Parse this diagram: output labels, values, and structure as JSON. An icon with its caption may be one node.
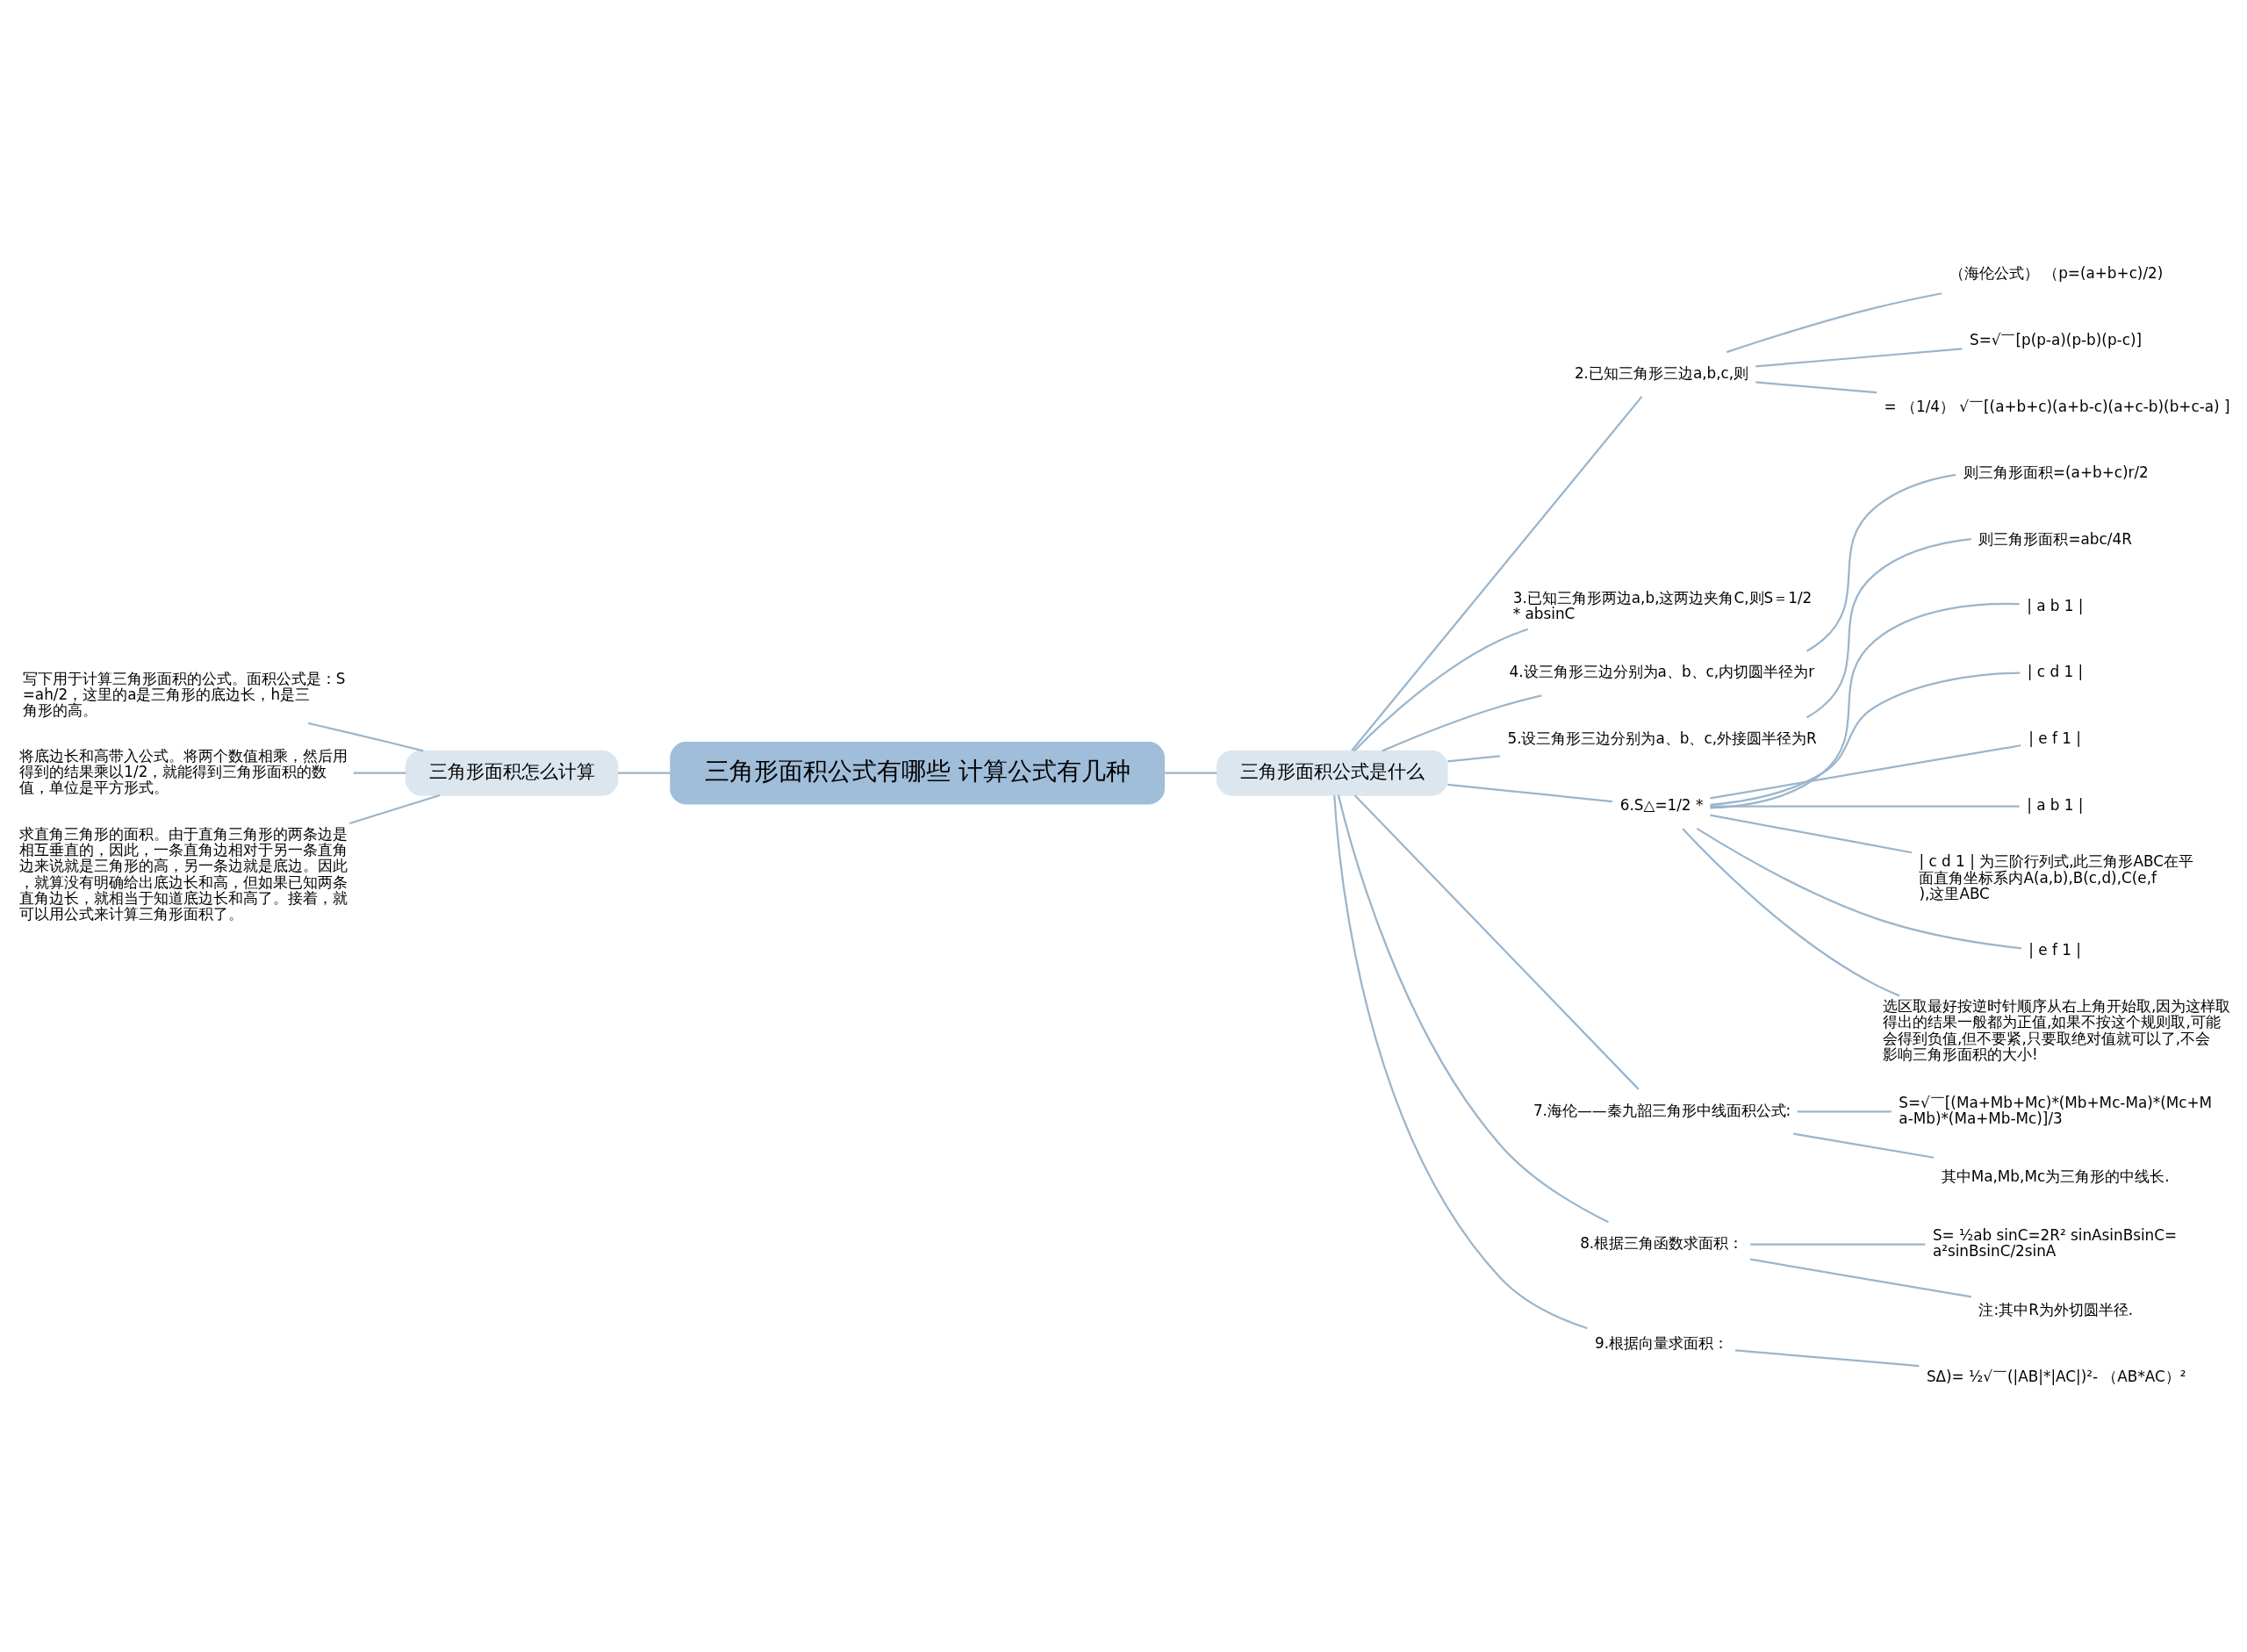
{
  "diagram": {
    "nodes": [
      {
        "text": [
          "三角形面积公式有哪些 计算公式有几种"
        ]
      },
      {
        "text": [
          "三角形面积公式是什么"
        ]
      },
      {
        "text": [
          "三角形面积怎么计算"
        ]
      },
      {
        "text": [
          "写下用于计算三角形面积的公式。面积公式是：S=ah/2，这里的a是三角形的底边长，h是三角形的高。"
        ]
      },
      {
        "text": [
          "将底边长和高带入公式。将两个数值相乘，然后用得到的结果乘以1/2，就能得到三角形面积的数值，单位是平方形式。"
        ]
      },
      {
        "text": [
          "求直角三角形的面积。由于直角三角形的两条边是相互垂直的，因此，一条直角边相对于另一条直角边来说就是三角形的高，另一条边就是底边。因此，就算没有明确给出底边长和高，但如果已知两条直角边长，就相当于知道底边长和高了。接着，就可以用公式来计算三角形面积了。"
        ]
      },
      {
        "text": [
          "2.已知三角形三边a,b,c,则"
        ]
      },
      {
        "text": [
          "（海伦公式） （p=(a+b+c)/2)"
        ]
      },
      {
        "text": [
          "S=√￣[p(p-a)(p-b)(p-c)]"
        ]
      },
      {
        "text": [
          "= （1/4） √￣[(a+b+c)(a+b-c)(a+c-b)(b+c-a) ]"
        ]
      },
      {
        "text": [
          "3.已知三角形两边a,b,这两边夹角C,则S＝1/2 * absinC"
        ]
      },
      {
        "text": [
          "4.设三角形三边分别为a、b、c,内切圆半径为r"
        ]
      },
      {
        "text": [
          "则三角形面积=(a+b+c)r/2"
        ]
      },
      {
        "text": [
          "5.设三角形三边分别为a、b、c,外接圆半径为R"
        ]
      },
      {
        "text": [
          "则三角形面积=abc/4R"
        ]
      },
      {
        "text": [
          "6.S△=1/2 *"
        ]
      },
      {
        "text": [
          "| a b 1 |"
        ]
      },
      {
        "text": [
          "| c d 1 |"
        ]
      },
      {
        "text": [
          "| e f 1 |"
        ]
      },
      {
        "text": [
          "| a b 1 |"
        ]
      },
      {
        "text": [
          "| c d 1 | 为三阶行列式,此三角形ABC在平面直角坐标系内A(a,b),B(c,d),C(e,f),这里ABC"
        ]
      },
      {
        "text": [
          "| e f 1 |"
        ]
      },
      {
        "text": [
          "选区取最好按逆时针顺序从右上角开始取,因为这样取得出的结果一般都为正值,如果不按这个规则取,可能会得到负值,但不要紧,只要取绝对值就可以了,不会影响三角形面积的大小!"
        ]
      },
      {
        "text": [
          "7.海伦——秦九韶三角形中线面积公式:"
        ]
      },
      {
        "text": [
          "S=√￣[(Ma+Mb+Mc)*(Mb+Mc-Ma)*(Mc+Ma-Mb)*(Ma+Mb-Mc)]/3"
        ]
      },
      {
        "text": [
          "其中Ma,Mb,Mc为三角形的中线长."
        ]
      },
      {
        "text": [
          "8.根据三角函数求面积："
        ]
      },
      {
        "text": [
          "S= ½ab sinC=2R² sinAsinBsinC= a²sinBsinC/2sinA"
        ]
      },
      {
        "text": [
          "注:其中R为外切圆半径."
        ]
      },
      {
        "text": [
          "9.根据向量求面积："
        ]
      },
      {
        "text": [
          "SΔ)= ½√￣(|AB|*|AC|)²- （AB*AC）²"
        ]
      }
    ],
    "edges": [
      {
        "from": 0,
        "to": 1,
        "arrow": "none"
      },
      {
        "from": 0,
        "to": 2,
        "arrow": "none"
      },
      {
        "from": 2,
        "to": 3,
        "arrow": "none"
      },
      {
        "from": 2,
        "to": 4,
        "arrow": "none"
      },
      {
        "from": 2,
        "to": 5,
        "arrow": "none"
      },
      {
        "from": 1,
        "to": 6,
        "arrow": "none"
      },
      {
        "from": 6,
        "to": 7,
        "arrow": "none"
      },
      {
        "from": 6,
        "to": 8,
        "arrow": "none"
      },
      {
        "from": 6,
        "to": 9,
        "arrow": "none"
      },
      {
        "from": 1,
        "to": 10,
        "arrow": "none"
      },
      {
        "from": 1,
        "to": 11,
        "arrow": "none"
      },
      {
        "from": 11,
        "to": 12,
        "arrow": "none"
      },
      {
        "from": 1,
        "to": 13,
        "arrow": "none"
      },
      {
        "from": 13,
        "to": 14,
        "arrow": "none"
      },
      {
        "from": 1,
        "to": 15,
        "arrow": "none"
      },
      {
        "from": 15,
        "to": 16,
        "arrow": "none"
      },
      {
        "from": 15,
        "to": 17,
        "arrow": "none"
      },
      {
        "from": 15,
        "to": 18,
        "arrow": "none"
      },
      {
        "from": 15,
        "to": 19,
        "arrow": "none"
      },
      {
        "from": 15,
        "to": 20,
        "arrow": "none"
      },
      {
        "from": 15,
        "to": 21,
        "arrow": "none"
      },
      {
        "from": 15,
        "to": 22,
        "arrow": "none"
      },
      {
        "from": 1,
        "to": 23,
        "arrow": "none"
      },
      {
        "from": 23,
        "to": 24,
        "arrow": "none"
      },
      {
        "from": 23,
        "to": 25,
        "arrow": "none"
      },
      {
        "from": 1,
        "to": 26,
        "arrow": "none"
      },
      {
        "from": 26,
        "to": 27,
        "arrow": "none"
      },
      {
        "from": 26,
        "to": 28,
        "arrow": "none"
      },
      {
        "from": 1,
        "to": 29,
        "arrow": "none"
      },
      {
        "from": 29,
        "to": 30,
        "arrow": "none"
      }
    ]
  }
}
